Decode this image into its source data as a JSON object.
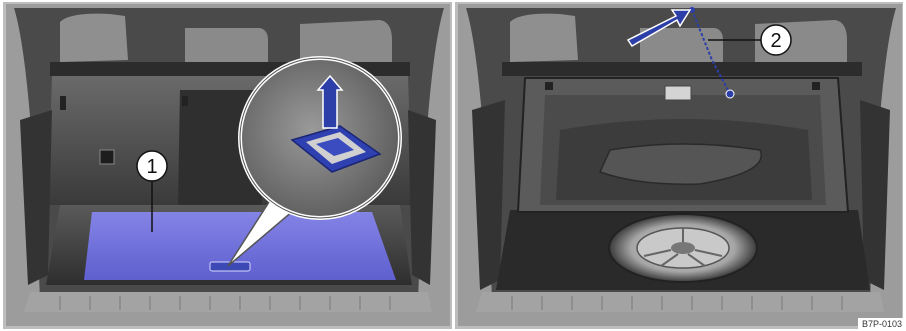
{
  "figure": {
    "callouts": [
      {
        "label": "1"
      },
      {
        "label": "2"
      }
    ],
    "image_code": "B7P-0103",
    "colors": {
      "highlight": "#6f6fd8",
      "highlight_dark": "#3d49b5",
      "arrow": "#2c3ea8",
      "interior_dark": "#3b3b3b",
      "interior_mid": "#6a6a6a",
      "interior_light": "#c9c9c9",
      "frame": "#a9a9a9"
    },
    "icons": [
      "left-panel-trunk-floor-highlight",
      "magnifier-loop-handle",
      "lift-up-arrow",
      "spare-wheel",
      "hook-arrow"
    ]
  }
}
